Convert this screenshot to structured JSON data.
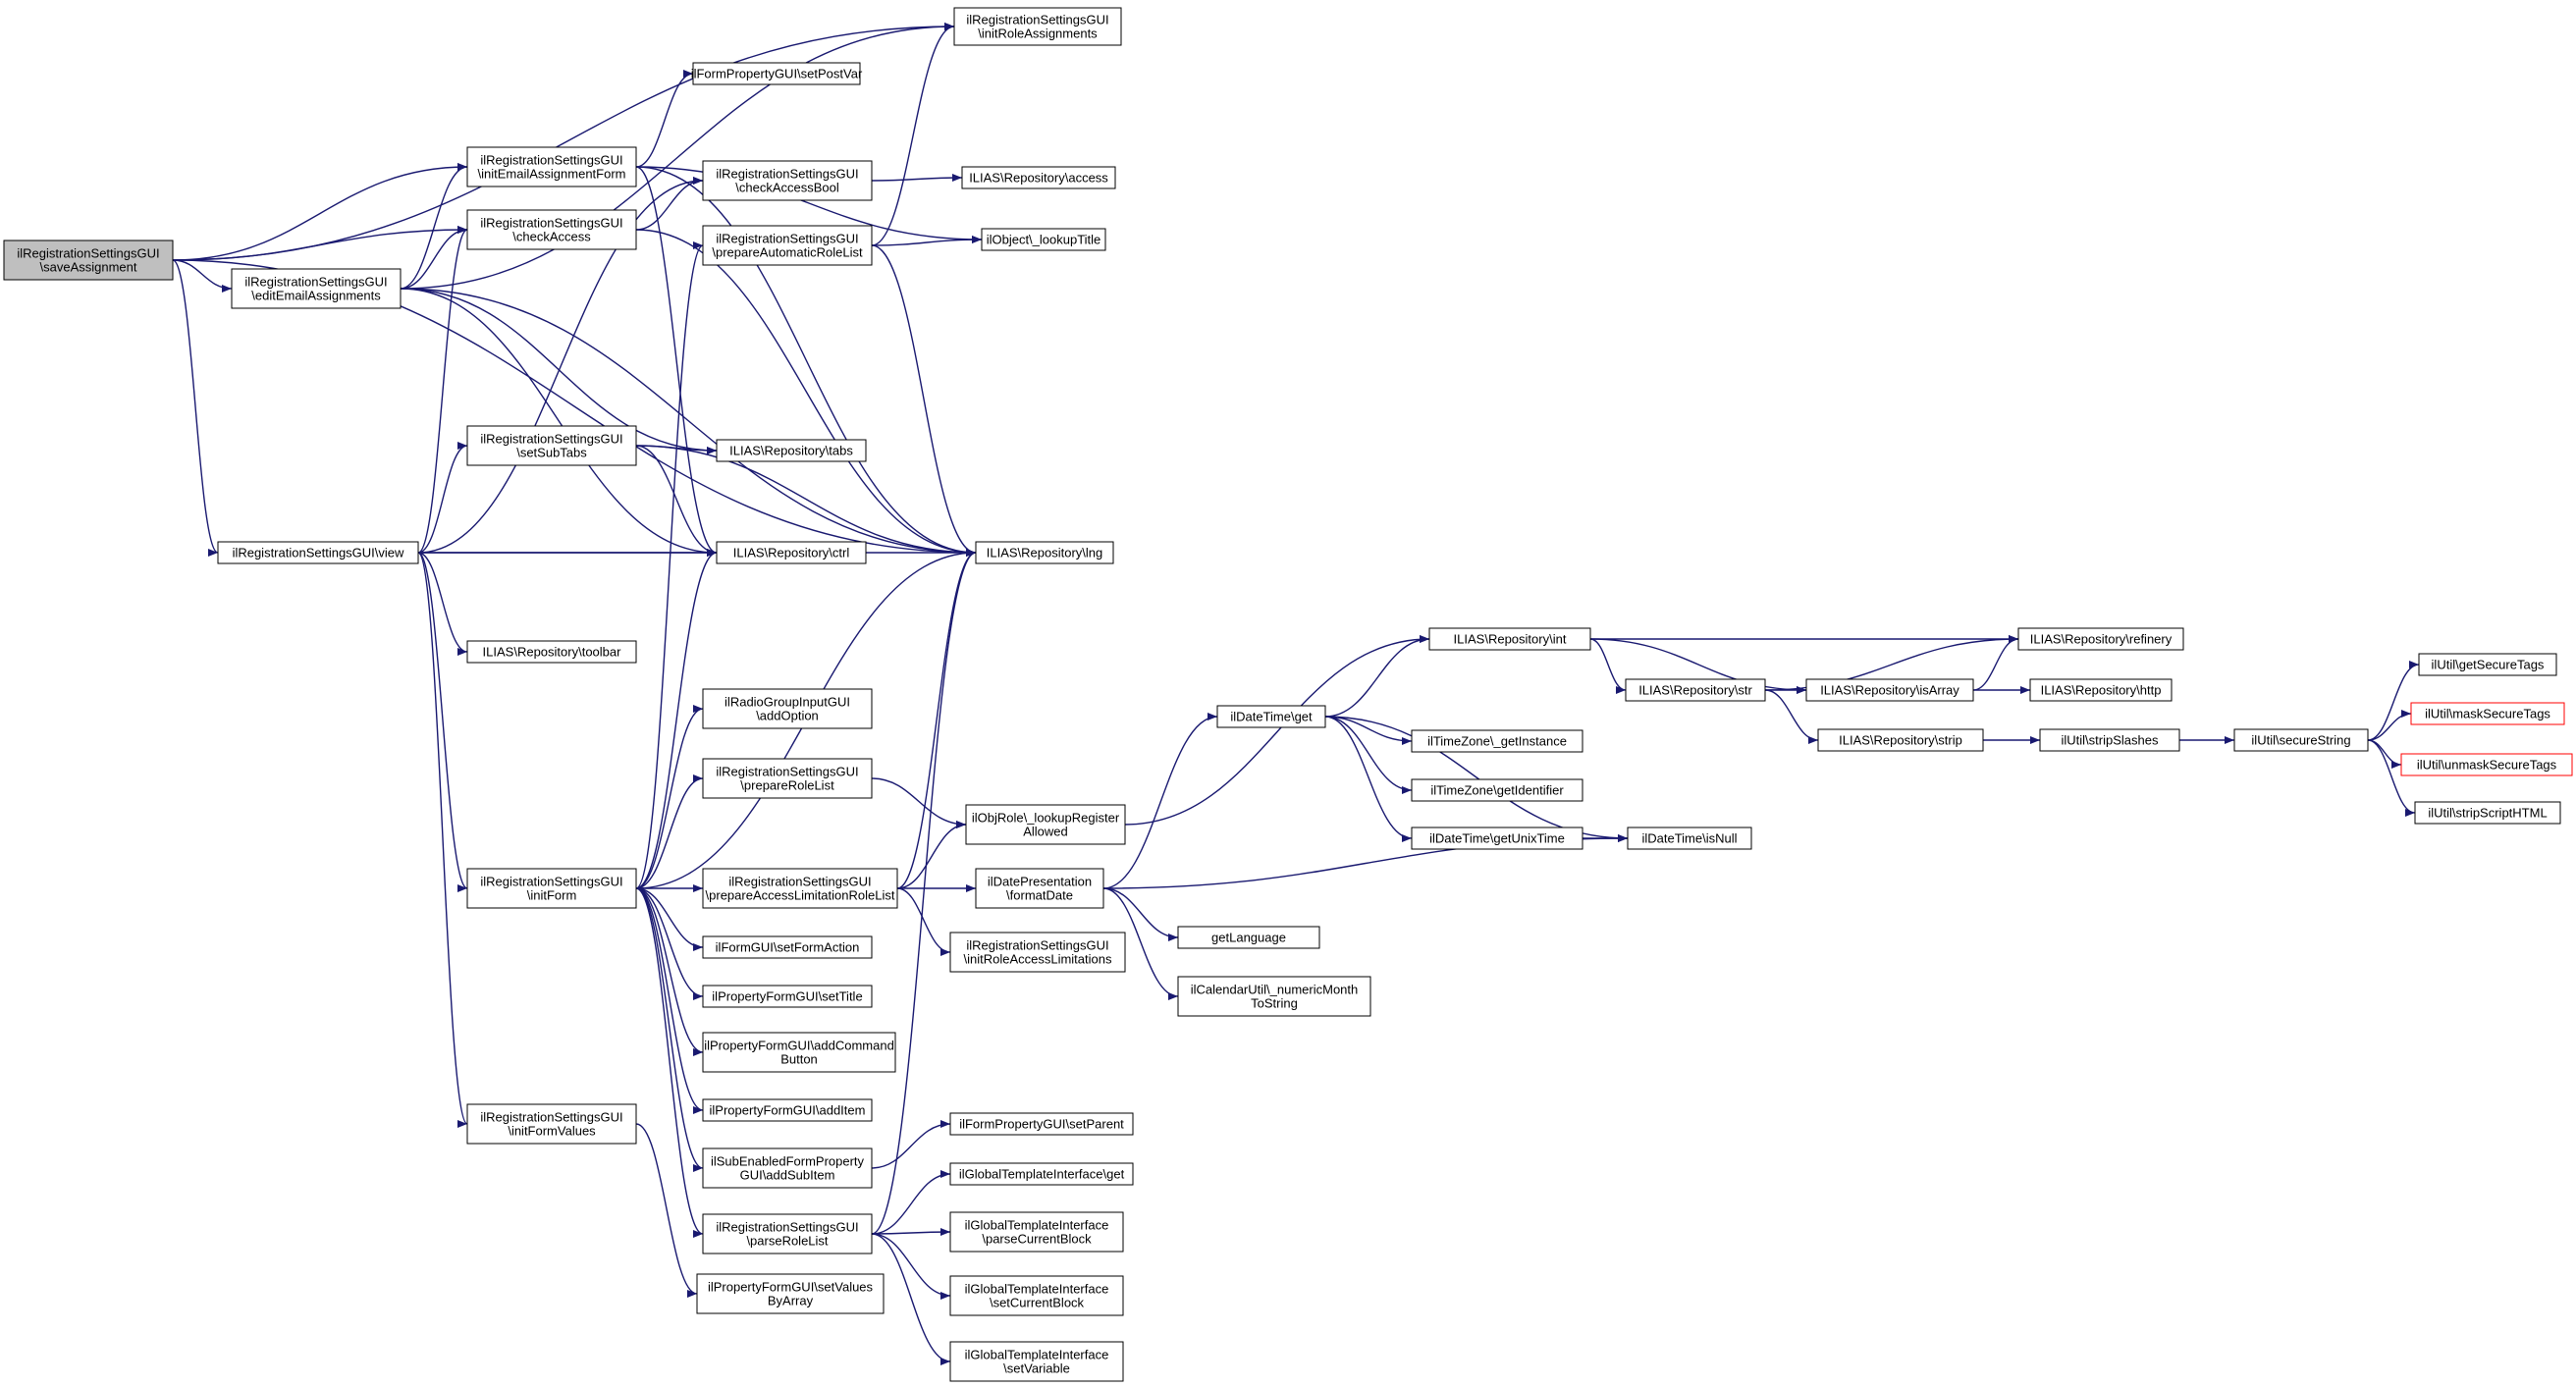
{
  "colors": {
    "edge": "#191970",
    "node_border": "#000000",
    "node_fill": "#ffffff",
    "root_fill": "#bfbfbf",
    "truncated_border": "#ff0000"
  },
  "nodes": [
    {
      "id": "root",
      "lines": [
        "ilRegistrationSettingsGUI",
        "\\saveAssignment"
      ],
      "root": true
    },
    {
      "id": "initRoleAssignments",
      "lines": [
        "ilRegistrationSettingsGUI",
        "\\initRoleAssignments"
      ]
    },
    {
      "id": "setPostVar",
      "lines": [
        "ilFormPropertyGUI\\setPostVar"
      ]
    },
    {
      "id": "initEmailAssignmentForm",
      "lines": [
        "ilRegistrationSettingsGUI",
        "\\initEmailAssignmentForm"
      ]
    },
    {
      "id": "checkAccessBool",
      "lines": [
        "ilRegistrationSettingsGUI",
        "\\checkAccessBool"
      ]
    },
    {
      "id": "access",
      "lines": [
        "ILIAS\\Repository\\access"
      ]
    },
    {
      "id": "checkAccess",
      "lines": [
        "ilRegistrationSettingsGUI",
        "\\checkAccess"
      ]
    },
    {
      "id": "prepareAutomaticRoleList",
      "lines": [
        "ilRegistrationSettingsGUI",
        "\\prepareAutomaticRoleList"
      ]
    },
    {
      "id": "lookupTitle",
      "lines": [
        "ilObject\\_lookupTitle"
      ]
    },
    {
      "id": "editEmailAssignments",
      "lines": [
        "ilRegistrationSettingsGUI",
        "\\editEmailAssignments"
      ]
    },
    {
      "id": "setSubTabs",
      "lines": [
        "ilRegistrationSettingsGUI",
        "\\setSubTabs"
      ]
    },
    {
      "id": "tabs",
      "lines": [
        "ILIAS\\Repository\\tabs"
      ]
    },
    {
      "id": "view",
      "lines": [
        "ilRegistrationSettingsGUI\\view"
      ]
    },
    {
      "id": "ctrl",
      "lines": [
        "ILIAS\\Repository\\ctrl"
      ]
    },
    {
      "id": "lng",
      "lines": [
        "ILIAS\\Repository\\lng"
      ]
    },
    {
      "id": "toolbar",
      "lines": [
        "ILIAS\\Repository\\toolbar"
      ]
    },
    {
      "id": "addOption",
      "lines": [
        "ilRadioGroupInputGUI",
        "\\addOption"
      ]
    },
    {
      "id": "prepareRoleList",
      "lines": [
        "ilRegistrationSettingsGUI",
        "\\prepareRoleList"
      ]
    },
    {
      "id": "lookupRegisterAllowed",
      "lines": [
        "ilObjRole\\_lookupRegister",
        "Allowed"
      ]
    },
    {
      "id": "initForm",
      "lines": [
        "ilRegistrationSettingsGUI",
        "\\initForm"
      ]
    },
    {
      "id": "prepareAccessLimitationRoleList",
      "lines": [
        "ilRegistrationSettingsGUI",
        "\\prepareAccessLimitationRoleList"
      ]
    },
    {
      "id": "formatDate",
      "lines": [
        "ilDatePresentation",
        "\\formatDate"
      ]
    },
    {
      "id": "initRoleAccessLimitations",
      "lines": [
        "ilRegistrationSettingsGUI",
        "\\initRoleAccessLimitations"
      ]
    },
    {
      "id": "setFormAction",
      "lines": [
        "ilFormGUI\\setFormAction"
      ]
    },
    {
      "id": "setTitle",
      "lines": [
        "ilPropertyFormGUI\\setTitle"
      ]
    },
    {
      "id": "addCommandButton",
      "lines": [
        "ilPropertyFormGUI\\addCommand",
        "Button"
      ]
    },
    {
      "id": "addItem",
      "lines": [
        "ilPropertyFormGUI\\addItem"
      ]
    },
    {
      "id": "initFormValues",
      "lines": [
        "ilRegistrationSettingsGUI",
        "\\initFormValues"
      ]
    },
    {
      "id": "addSubItem",
      "lines": [
        "ilSubEnabledFormProperty",
        "GUI\\addSubItem"
      ]
    },
    {
      "id": "setParent",
      "lines": [
        "ilFormPropertyGUI\\setParent"
      ]
    },
    {
      "id": "tplGet",
      "lines": [
        "ilGlobalTemplateInterface\\get"
      ]
    },
    {
      "id": "parseRoleList",
      "lines": [
        "ilRegistrationSettingsGUI",
        "\\parseRoleList"
      ]
    },
    {
      "id": "parseCurrentBlock",
      "lines": [
        "ilGlobalTemplateInterface",
        "\\parseCurrentBlock"
      ]
    },
    {
      "id": "setValuesByArray",
      "lines": [
        "ilPropertyFormGUI\\setValues",
        "ByArray"
      ]
    },
    {
      "id": "setCurrentBlock",
      "lines": [
        "ilGlobalTemplateInterface",
        "\\setCurrentBlock"
      ]
    },
    {
      "id": "setVariable",
      "lines": [
        "ilGlobalTemplateInterface",
        "\\setVariable"
      ]
    },
    {
      "id": "getLanguage",
      "lines": [
        "getLanguage"
      ]
    },
    {
      "id": "numericMonthToString",
      "lines": [
        "ilCalendarUtil\\_numericMonth",
        "ToString"
      ]
    },
    {
      "id": "dtGet",
      "lines": [
        "ilDateTime\\get"
      ]
    },
    {
      "id": "repoInt",
      "lines": [
        "ILIAS\\Repository\\int"
      ]
    },
    {
      "id": "getInstance",
      "lines": [
        "ilTimeZone\\_getInstance"
      ]
    },
    {
      "id": "getIdentifier",
      "lines": [
        "ilTimeZone\\getIdentifier"
      ]
    },
    {
      "id": "getUnixTime",
      "lines": [
        "ilDateTime\\getUnixTime"
      ]
    },
    {
      "id": "isNull",
      "lines": [
        "ilDateTime\\isNull"
      ]
    },
    {
      "id": "repoStr",
      "lines": [
        "ILIAS\\Repository\\str"
      ]
    },
    {
      "id": "repoStrip",
      "lines": [
        "ILIAS\\Repository\\strip"
      ]
    },
    {
      "id": "refinery",
      "lines": [
        "ILIAS\\Repository\\refinery"
      ]
    },
    {
      "id": "isArray",
      "lines": [
        "ILIAS\\Repository\\isArray"
      ]
    },
    {
      "id": "http",
      "lines": [
        "ILIAS\\Repository\\http"
      ]
    },
    {
      "id": "stripSlashes",
      "lines": [
        "ilUtil\\stripSlashes"
      ]
    },
    {
      "id": "secureString",
      "lines": [
        "ilUtil\\secureString"
      ]
    },
    {
      "id": "getSecureTags",
      "lines": [
        "ilUtil\\getSecureTags"
      ]
    },
    {
      "id": "maskSecureTags",
      "lines": [
        "ilUtil\\maskSecureTags"
      ],
      "truncated": true
    },
    {
      "id": "unmaskSecureTags",
      "lines": [
        "ilUtil\\unmaskSecureTags"
      ],
      "truncated": true
    },
    {
      "id": "stripScriptHTML",
      "lines": [
        "ilUtil\\stripScriptHTML"
      ]
    }
  ],
  "edges": [
    [
      "root",
      "initRoleAssignments"
    ],
    [
      "root",
      "initEmailAssignmentForm"
    ],
    [
      "root",
      "checkAccess"
    ],
    [
      "root",
      "editEmailAssignments"
    ],
    [
      "root",
      "view"
    ],
    [
      "root",
      "lng"
    ],
    [
      "initEmailAssignmentForm",
      "setPostVar"
    ],
    [
      "initEmailAssignmentForm",
      "lookupTitle"
    ],
    [
      "initEmailAssignmentForm",
      "ctrl"
    ],
    [
      "initEmailAssignmentForm",
      "lng"
    ],
    [
      "checkAccessBool",
      "access"
    ],
    [
      "checkAccess",
      "checkAccessBool"
    ],
    [
      "checkAccess",
      "lng"
    ],
    [
      "prepareAutomaticRoleList",
      "initRoleAssignments"
    ],
    [
      "prepareAutomaticRoleList",
      "lookupTitle"
    ],
    [
      "prepareAutomaticRoleList",
      "lng"
    ],
    [
      "editEmailAssignments",
      "initRoleAssignments"
    ],
    [
      "editEmailAssignments",
      "initEmailAssignmentForm"
    ],
    [
      "editEmailAssignments",
      "checkAccess"
    ],
    [
      "editEmailAssignments",
      "tabs"
    ],
    [
      "editEmailAssignments",
      "ctrl"
    ],
    [
      "editEmailAssignments",
      "lng"
    ],
    [
      "setSubTabs",
      "tabs"
    ],
    [
      "setSubTabs",
      "ctrl"
    ],
    [
      "setSubTabs",
      "lng"
    ],
    [
      "view",
      "checkAccessBool"
    ],
    [
      "view",
      "checkAccess"
    ],
    [
      "view",
      "setSubTabs"
    ],
    [
      "view",
      "ctrl"
    ],
    [
      "view",
      "lng"
    ],
    [
      "view",
      "toolbar"
    ],
    [
      "view",
      "initForm"
    ],
    [
      "view",
      "initFormValues"
    ],
    [
      "initForm",
      "prepareAutomaticRoleList"
    ],
    [
      "initForm",
      "ctrl"
    ],
    [
      "initForm",
      "lng"
    ],
    [
      "initForm",
      "addOption"
    ],
    [
      "initForm",
      "prepareRoleList"
    ],
    [
      "initForm",
      "prepareAccessLimitationRoleList"
    ],
    [
      "initForm",
      "setFormAction"
    ],
    [
      "initForm",
      "setTitle"
    ],
    [
      "initForm",
      "addCommandButton"
    ],
    [
      "initForm",
      "addItem"
    ],
    [
      "initForm",
      "addSubItem"
    ],
    [
      "initForm",
      "parseRoleList"
    ],
    [
      "prepareRoleList",
      "lookupRegisterAllowed"
    ],
    [
      "prepareAccessLimitationRoleList",
      "lng"
    ],
    [
      "prepareAccessLimitationRoleList",
      "lookupRegisterAllowed"
    ],
    [
      "prepareAccessLimitationRoleList",
      "formatDate"
    ],
    [
      "prepareAccessLimitationRoleList",
      "initRoleAccessLimitations"
    ],
    [
      "lookupRegisterAllowed",
      "repoInt"
    ],
    [
      "formatDate",
      "dtGet"
    ],
    [
      "formatDate",
      "getLanguage"
    ],
    [
      "formatDate",
      "numericMonthToString"
    ],
    [
      "formatDate",
      "isNull"
    ],
    [
      "initFormValues",
      "setValuesByArray"
    ],
    [
      "addSubItem",
      "setParent"
    ],
    [
      "parseRoleList",
      "lng"
    ],
    [
      "parseRoleList",
      "tplGet"
    ],
    [
      "parseRoleList",
      "parseCurrentBlock"
    ],
    [
      "parseRoleList",
      "setCurrentBlock"
    ],
    [
      "parseRoleList",
      "setVariable"
    ],
    [
      "dtGet",
      "repoInt"
    ],
    [
      "dtGet",
      "getInstance"
    ],
    [
      "dtGet",
      "getIdentifier"
    ],
    [
      "dtGet",
      "getUnixTime"
    ],
    [
      "dtGet",
      "isNull"
    ],
    [
      "getUnixTime",
      "isNull"
    ],
    [
      "repoInt",
      "refinery"
    ],
    [
      "repoInt",
      "repoStr"
    ],
    [
      "repoInt",
      "isArray"
    ],
    [
      "repoStr",
      "refinery"
    ],
    [
      "repoStr",
      "isArray"
    ],
    [
      "repoStr",
      "repoStrip"
    ],
    [
      "isArray",
      "refinery"
    ],
    [
      "isArray",
      "http"
    ],
    [
      "repoStrip",
      "stripSlashes"
    ],
    [
      "stripSlashes",
      "secureString"
    ],
    [
      "secureString",
      "getSecureTags"
    ],
    [
      "secureString",
      "maskSecureTags"
    ],
    [
      "secureString",
      "unmaskSecureTags"
    ],
    [
      "secureString",
      "stripScriptHTML"
    ]
  ]
}
